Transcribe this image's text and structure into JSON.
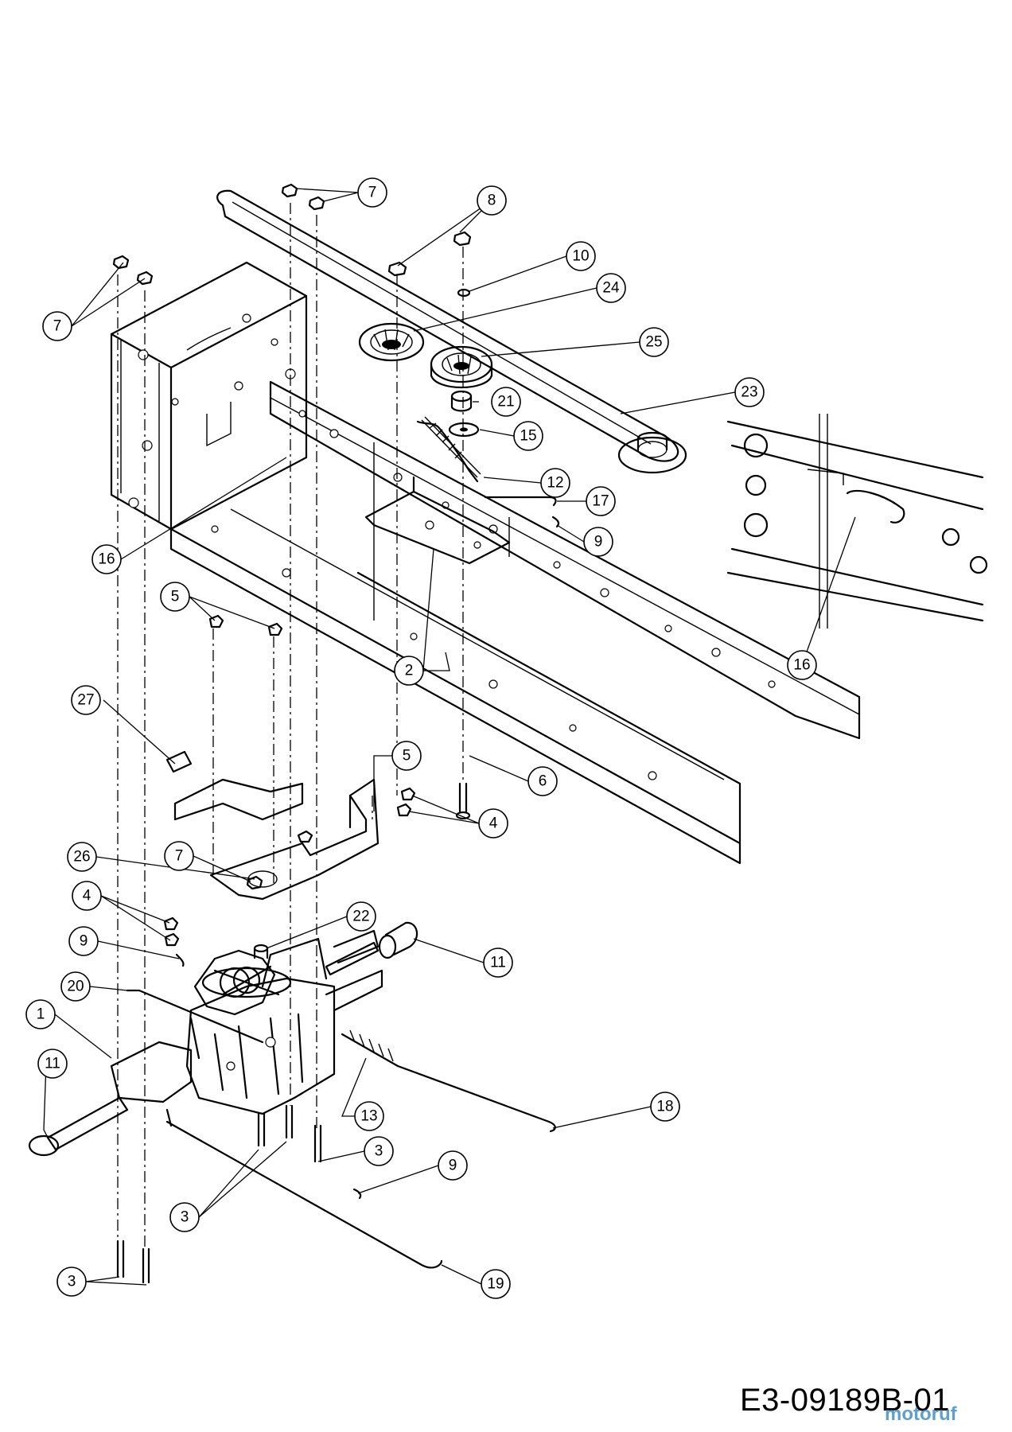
{
  "diagram": {
    "drawing_code": "E3-09189B-01",
    "watermark": "motoruf",
    "callouts": [
      {
        "id": "c7a",
        "label": "7"
      },
      {
        "id": "c8",
        "label": "8"
      },
      {
        "id": "c7b",
        "label": "7"
      },
      {
        "id": "c10",
        "label": "10"
      },
      {
        "id": "c24",
        "label": "24"
      },
      {
        "id": "c25",
        "label": "25"
      },
      {
        "id": "c23",
        "label": "23"
      },
      {
        "id": "c21",
        "label": "21"
      },
      {
        "id": "c15",
        "label": "15"
      },
      {
        "id": "c12",
        "label": "12"
      },
      {
        "id": "c17",
        "label": "17"
      },
      {
        "id": "c9a",
        "label": "9"
      },
      {
        "id": "c16a",
        "label": "16"
      },
      {
        "id": "c16b",
        "label": "16"
      },
      {
        "id": "c5a",
        "label": "5"
      },
      {
        "id": "c2",
        "label": "2"
      },
      {
        "id": "c27",
        "label": "27"
      },
      {
        "id": "c5b",
        "label": "5"
      },
      {
        "id": "c6",
        "label": "6"
      },
      {
        "id": "c4a",
        "label": "4"
      },
      {
        "id": "c26",
        "label": "26"
      },
      {
        "id": "c7c",
        "label": "7"
      },
      {
        "id": "c4b",
        "label": "4"
      },
      {
        "id": "c22",
        "label": "22"
      },
      {
        "id": "c9b",
        "label": "9"
      },
      {
        "id": "c11a",
        "label": "11"
      },
      {
        "id": "c20",
        "label": "20"
      },
      {
        "id": "c1",
        "label": "1"
      },
      {
        "id": "c11b",
        "label": "11"
      },
      {
        "id": "c18",
        "label": "18"
      },
      {
        "id": "c13",
        "label": "13"
      },
      {
        "id": "c3a",
        "label": "3"
      },
      {
        "id": "c9c",
        "label": "9"
      },
      {
        "id": "c3b",
        "label": "3"
      },
      {
        "id": "c3c",
        "label": "3"
      },
      {
        "id": "c19",
        "label": "19"
      }
    ]
  }
}
